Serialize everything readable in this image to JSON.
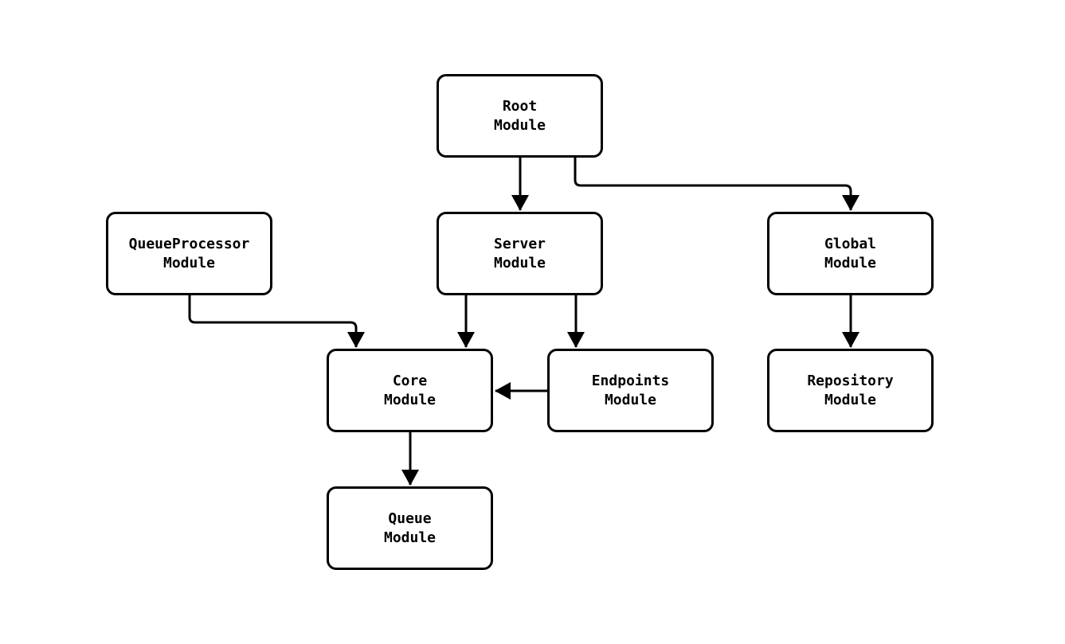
{
  "diagram": {
    "type": "module-dependency-graph",
    "nodes": [
      {
        "id": "root",
        "label": "Root\nModule"
      },
      {
        "id": "queueprocessor",
        "label": "QueueProcessor\nModule"
      },
      {
        "id": "server",
        "label": "Server\nModule"
      },
      {
        "id": "global",
        "label": "Global\nModule"
      },
      {
        "id": "core",
        "label": "Core\nModule"
      },
      {
        "id": "endpoints",
        "label": "Endpoints\nModule"
      },
      {
        "id": "repository",
        "label": "Repository\nModule"
      },
      {
        "id": "queue",
        "label": "Queue\nModule"
      }
    ],
    "edges": [
      {
        "from": "Root Module",
        "to": "Server Module"
      },
      {
        "from": "Root Module",
        "to": "Global Module"
      },
      {
        "from": "QueueProcessor Module",
        "to": "Core Module"
      },
      {
        "from": "Server Module",
        "to": "Core Module"
      },
      {
        "from": "Server Module",
        "to": "Endpoints Module"
      },
      {
        "from": "Endpoints Module",
        "to": "Core Module"
      },
      {
        "from": "Global Module",
        "to": "Repository Module"
      },
      {
        "from": "Core Module",
        "to": "Queue Module"
      }
    ],
    "colors": {
      "background": "#ffffff",
      "node_fill": "#ffffff",
      "node_border": "#000000",
      "edge": "#000000",
      "text": "#000000"
    }
  }
}
